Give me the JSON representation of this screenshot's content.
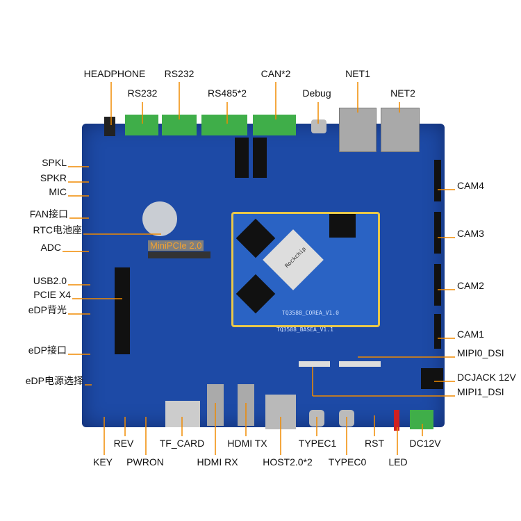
{
  "top_labels": {
    "headphone": "HEADPHONE",
    "rs232_a": "RS232",
    "rs232_b": "RS232",
    "rs485": "RS485*2",
    "can": "CAN*2",
    "debug": "Debug",
    "net1": "NET1",
    "net2": "NET2"
  },
  "left_labels": {
    "spkl": "SPKL",
    "spkr": "SPKR",
    "mic": "MIC",
    "fan": "FAN接口",
    "rtc": "RTC电池座",
    "adc": "ADC",
    "usb2": "USB2.0",
    "pcie": "PCIE X4",
    "edp_bl": "eDP背光",
    "edp": "eDP接口",
    "edp_pwr": "eDP电源选择"
  },
  "right_labels": {
    "cam4": "CAM4",
    "cam3": "CAM3",
    "cam2": "CAM2",
    "cam1": "CAM1",
    "mipi0": "MIPI0_DSI",
    "dcjack": "DCJACK 12V",
    "mipi1": "MIPI1_DSI"
  },
  "bottom_labels": {
    "rev": "REV",
    "tf": "TF_CARD",
    "hdmi_tx": "HDMI TX",
    "typec1": "TYPEC1",
    "rst": "RST",
    "dc12v": "DC12V",
    "key": "KEY",
    "pwron": "PWRON",
    "hdmi_rx": "HDMI RX",
    "host": "HOST2.0*2",
    "typec0": "TYPEC0",
    "led": "LED"
  },
  "board": {
    "minipcie": "MiniPCIe 2.0",
    "soc_brand": "Rockchip",
    "core_silk": "TQ3588_COREA_V1.0",
    "base_silk": "TQ3588_BASEA_V1.1"
  },
  "colors": {
    "board": "#1d4aa6",
    "leader": "#f08a00",
    "connector": "#3fae49"
  }
}
